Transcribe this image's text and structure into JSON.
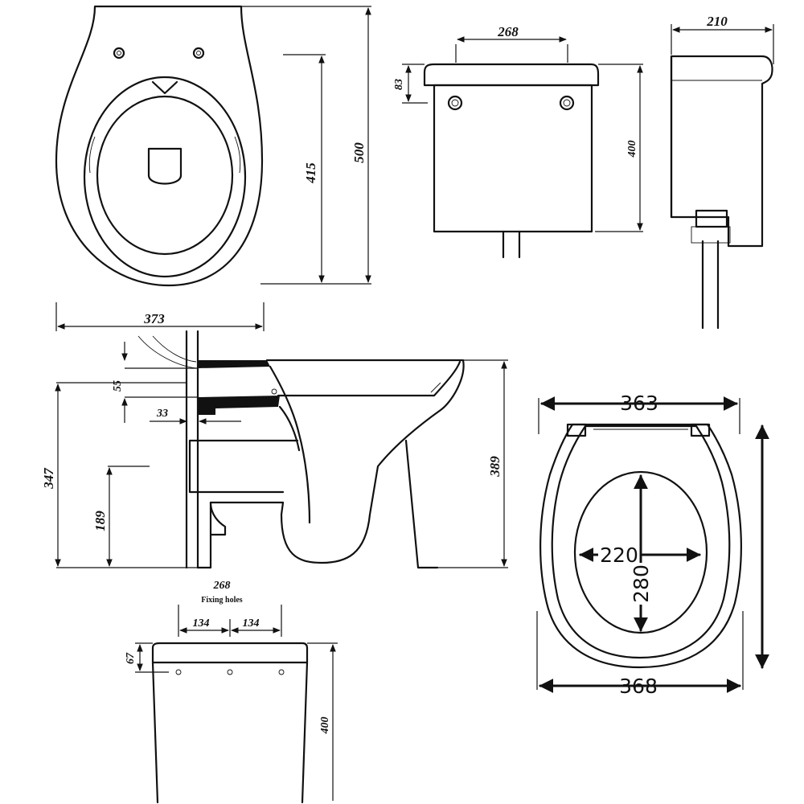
{
  "dimensions": {
    "pan_top_length": "500",
    "pan_top_inner": "415",
    "cistern_front_holes": "268",
    "cistern_front_lid": "83",
    "cistern_front_height": "400",
    "cistern_side_depth": "210",
    "pan_side_width": "373",
    "pan_side_outlet": "55",
    "pan_side_inlet_offset": "33",
    "pan_side_rim_height": "347",
    "pan_side_outlet_height": "189",
    "pan_side_total_height": "389",
    "cistern_bottom_fixing": "268",
    "cistern_bottom_fixing_label": "Fixing holes",
    "cistern_bottom_half_left": "134",
    "cistern_bottom_half_right": "134",
    "cistern_bottom_lid": "67",
    "cistern_bottom_height": "400",
    "seat_top_width": "363",
    "seat_bottom_width": "368",
    "seat_opening_width": "220",
    "seat_opening_length": "280"
  }
}
